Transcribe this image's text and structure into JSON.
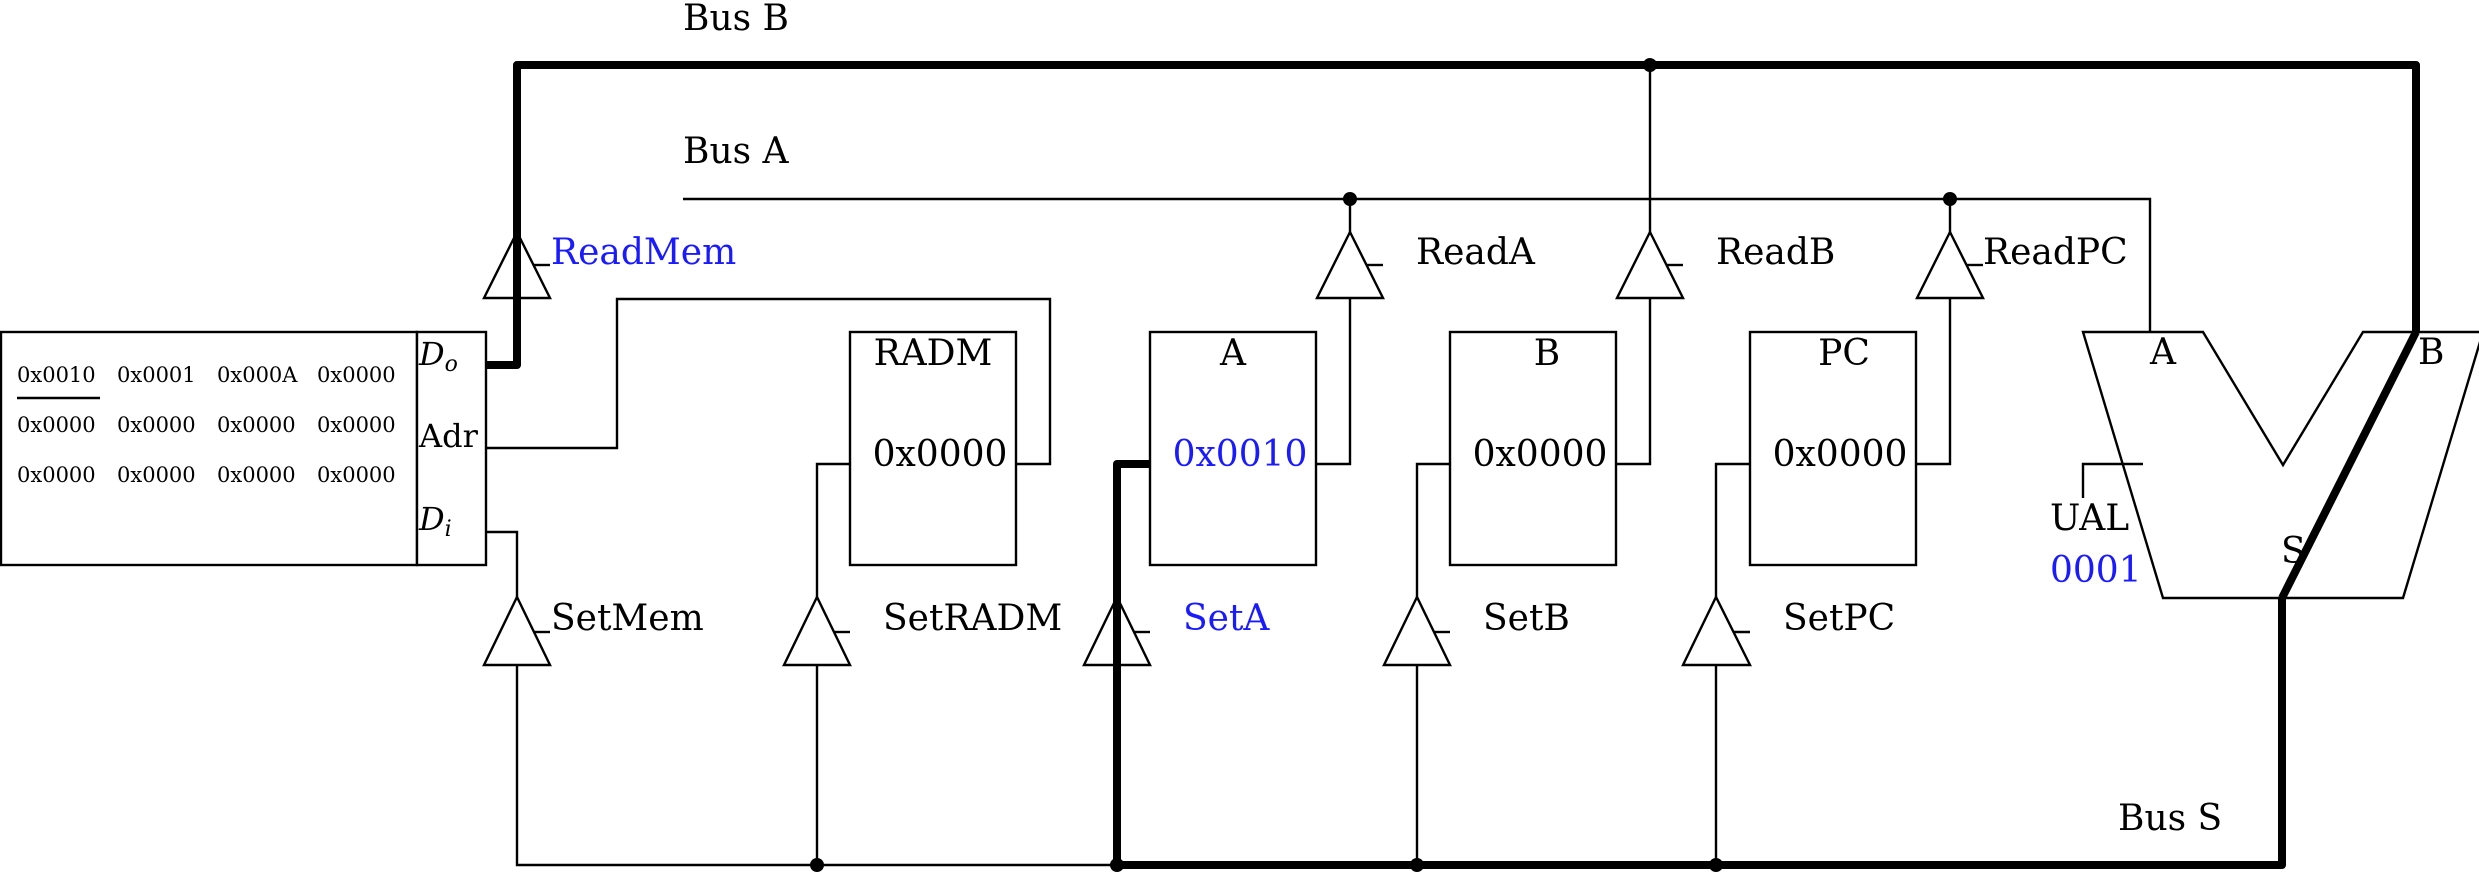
{
  "buses": {
    "bus_a": "Bus A",
    "bus_b": "Bus B",
    "bus_s": "Bus S"
  },
  "memory": {
    "rows": [
      [
        "0x0010",
        "0x0001",
        "0x000A",
        "0x0000"
      ],
      [
        "0x0000",
        "0x0000",
        "0x0000",
        "0x0000"
      ],
      [
        "0x0000",
        "0x0000",
        "0x0000",
        "0x0000"
      ]
    ],
    "selected_cell": "0x0010",
    "ports": {
      "data_out": "D",
      "data_out_sub": "o",
      "address": "Adr",
      "data_in": "D",
      "data_in_sub": "i"
    }
  },
  "registers": [
    {
      "name": "RADM",
      "value": "0x0000",
      "highlighted": false
    },
    {
      "name": "A",
      "value": "0x0010",
      "highlighted": true
    },
    {
      "name": "B",
      "value": "0x0000",
      "highlighted": false
    },
    {
      "name": "PC",
      "value": "0x0000",
      "highlighted": false
    }
  ],
  "read_gates": [
    {
      "label": "ReadMem",
      "active": true
    },
    {
      "label": "ReadA",
      "active": false
    },
    {
      "label": "ReadB",
      "active": false
    },
    {
      "label": "ReadPC",
      "active": false
    }
  ],
  "set_gates": [
    {
      "label": "SetMem",
      "active": false
    },
    {
      "label": "SetRADM",
      "active": false
    },
    {
      "label": "SetA",
      "active": true
    },
    {
      "label": "SetB",
      "active": false
    },
    {
      "label": "SetPC",
      "active": false
    }
  ],
  "alu": {
    "name": "UAL",
    "opcode": "0001",
    "input_a": "A",
    "input_b": "B",
    "output": "S"
  },
  "colors": {
    "active": "#1a1aff",
    "wire": "#000000"
  }
}
